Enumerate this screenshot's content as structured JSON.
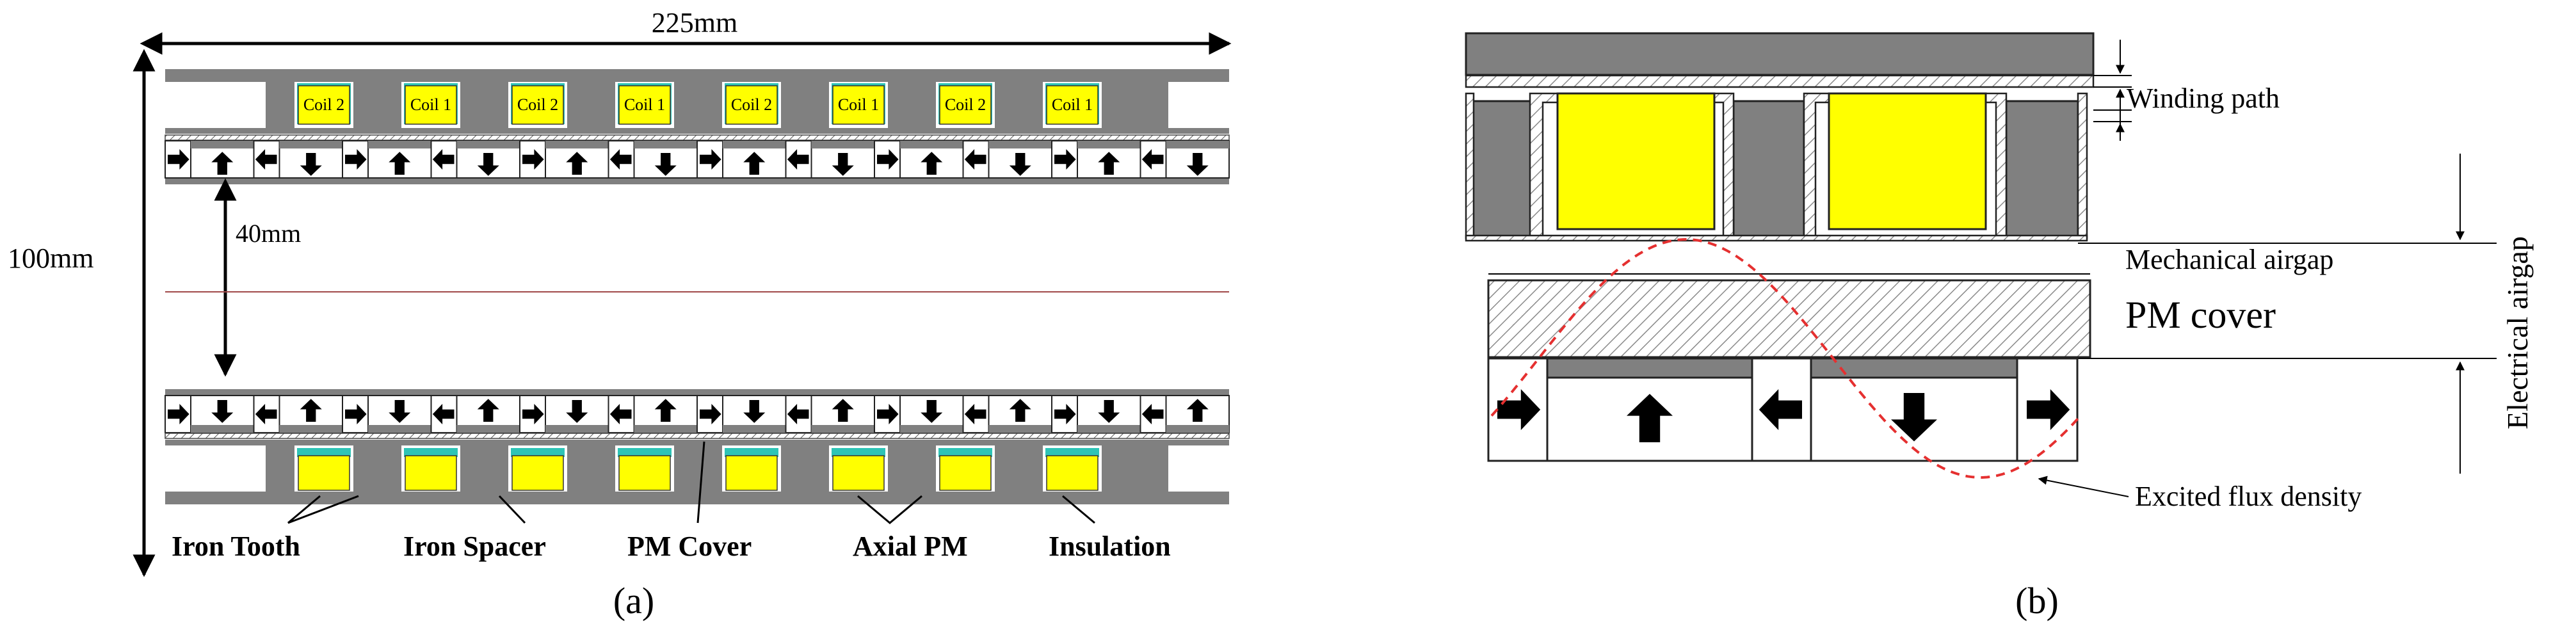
{
  "panel_a": {
    "dimensions": {
      "width": "225mm",
      "height": "100mm",
      "gap": "40mm"
    },
    "coils_top": [
      "Coil 2",
      "Coil 1",
      "Coil 2",
      "Coil 1",
      "Coil 2",
      "Coil 1",
      "Coil 2",
      "Coil 1"
    ],
    "top_pm_arrows": [
      "right",
      "up",
      "left",
      "down",
      "right",
      "up",
      "left",
      "down",
      "right",
      "up",
      "left",
      "down",
      "right",
      "up",
      "left",
      "down",
      "right",
      "up",
      "left",
      "down",
      "right",
      "up",
      "left",
      "down"
    ],
    "bottom_pm_arrows": [
      "right",
      "down",
      "left",
      "up",
      "right",
      "down",
      "left",
      "up",
      "right",
      "down",
      "left",
      "up",
      "right",
      "down",
      "left",
      "up",
      "right",
      "down",
      "left",
      "up",
      "right",
      "down",
      "left",
      "up"
    ],
    "labels": {
      "iron_tooth": "Iron Tooth",
      "iron_spacer": "Iron Spacer",
      "pm_cover": "PM Cover",
      "axial_pm": "Axial PM",
      "insulation": "Insulation"
    },
    "caption": "(a)"
  },
  "panel_b": {
    "labels": {
      "winding_path": "Winding path",
      "mechanical_airgap": "Mechanical airgap",
      "pm_cover": "PM cover",
      "electrical_airgap": "Electrical airgap",
      "excited_flux_density": "Excited flux density"
    },
    "pm_arrows": [
      "right",
      "up",
      "left",
      "down",
      "right"
    ],
    "caption": "(b)"
  },
  "colors": {
    "iron": "#808080",
    "coil": "#ffff00",
    "insulation": "#2ec4b6",
    "flux": "#e53030",
    "centerline": "#a04848"
  }
}
